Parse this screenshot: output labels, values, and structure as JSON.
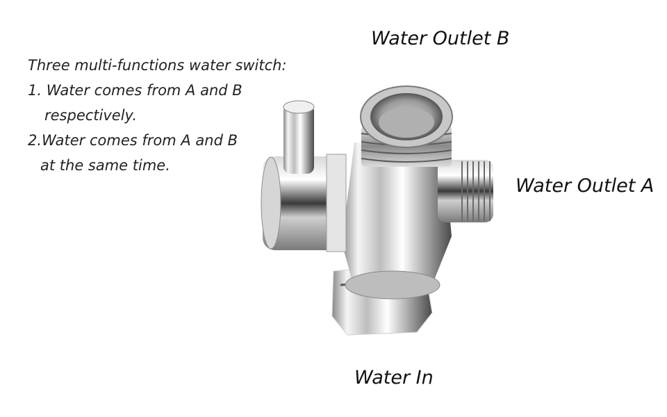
{
  "description": {
    "heading": "Three multi-functions water switch:",
    "item1_line1": "1. Water comes from A and B",
    "item1_line2": "respectively.",
    "item2_line1": "2.Water comes from A and B",
    "item2_line2": "at the same time."
  },
  "labels": {
    "outlet_b": "Water Outlet B",
    "outlet_a": "Water Outlet A",
    "inlet": "Water In"
  },
  "colors": {
    "chrome_light": "#f4f4f4",
    "chrome_dark": "#2a2a2a",
    "text": "#1a1a1a"
  }
}
